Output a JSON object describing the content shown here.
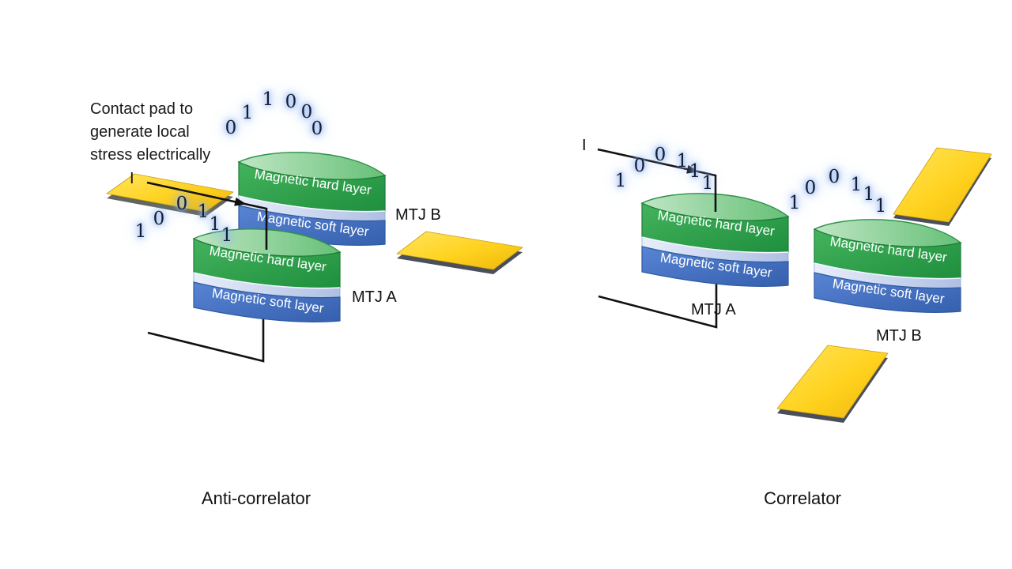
{
  "layers": {
    "hard": "Magnetic hard layer",
    "soft": "Magnetic soft layer"
  },
  "left": {
    "title": "Anti-correlator",
    "note": [
      "Contact pad to",
      "generate local",
      "stress electrically"
    ],
    "current": "I",
    "arc_digits": [
      "0",
      "1",
      "1",
      "0",
      "0",
      "0"
    ],
    "wire_digits": [
      "1",
      "0",
      "0",
      "1",
      "1",
      "1"
    ],
    "mtj_a": "MTJ A",
    "mtj_b": "MTJ B"
  },
  "right": {
    "title": "Correlator",
    "current": "I",
    "wire_digits": [
      "1",
      "0",
      "0",
      "1",
      "1",
      "1"
    ],
    "arc_digits": [
      "1",
      "0",
      "0",
      "1",
      "1",
      "1"
    ],
    "mtj_a": "MTJ A",
    "mtj_b": "MTJ B"
  },
  "colors": {
    "hard_layer_green": "#2fa04a",
    "soft_layer_blue": "#4472c4",
    "tunnel_barrier": "#c6d3ee",
    "contact_pad_gold": "#ffd21e",
    "digit_glow": "#8fb4ee",
    "wire": "#111111",
    "background": "#ffffff"
  }
}
